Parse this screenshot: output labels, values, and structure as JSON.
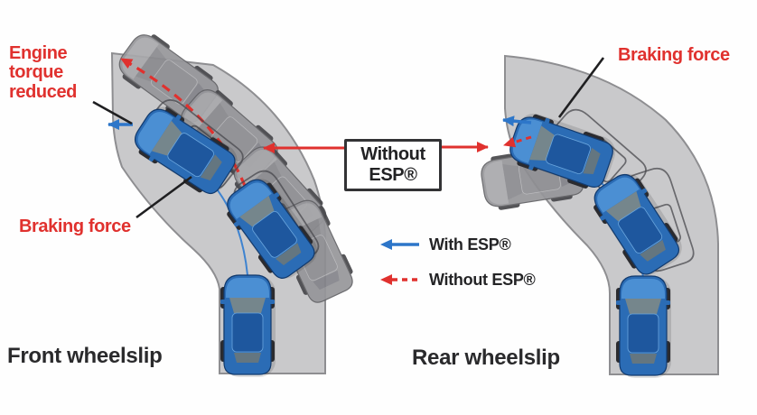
{
  "colors": {
    "accent_red": "#e0312e",
    "accent_blue": "#2d76c9",
    "road_gray": "#c9c9cb",
    "car_blue": "#2b6cb5",
    "ghost_gray": "#96969a"
  },
  "panels": {
    "left": {
      "caption": "Front wheelslip",
      "labels": {
        "engine_torque": "Engine\ntorque\nreduced",
        "braking_force": "Braking force"
      }
    },
    "right": {
      "caption": "Rear wheelslip",
      "labels": {
        "braking_force": "Braking force"
      }
    }
  },
  "center": {
    "box_label": "Without\nESP®"
  },
  "legend": {
    "items": [
      {
        "label": "With ESP®",
        "line_style": "solid",
        "color": "#2d76c9"
      },
      {
        "label": "Without ESP®",
        "line_style": "dashed",
        "color": "#e0312e"
      }
    ]
  }
}
